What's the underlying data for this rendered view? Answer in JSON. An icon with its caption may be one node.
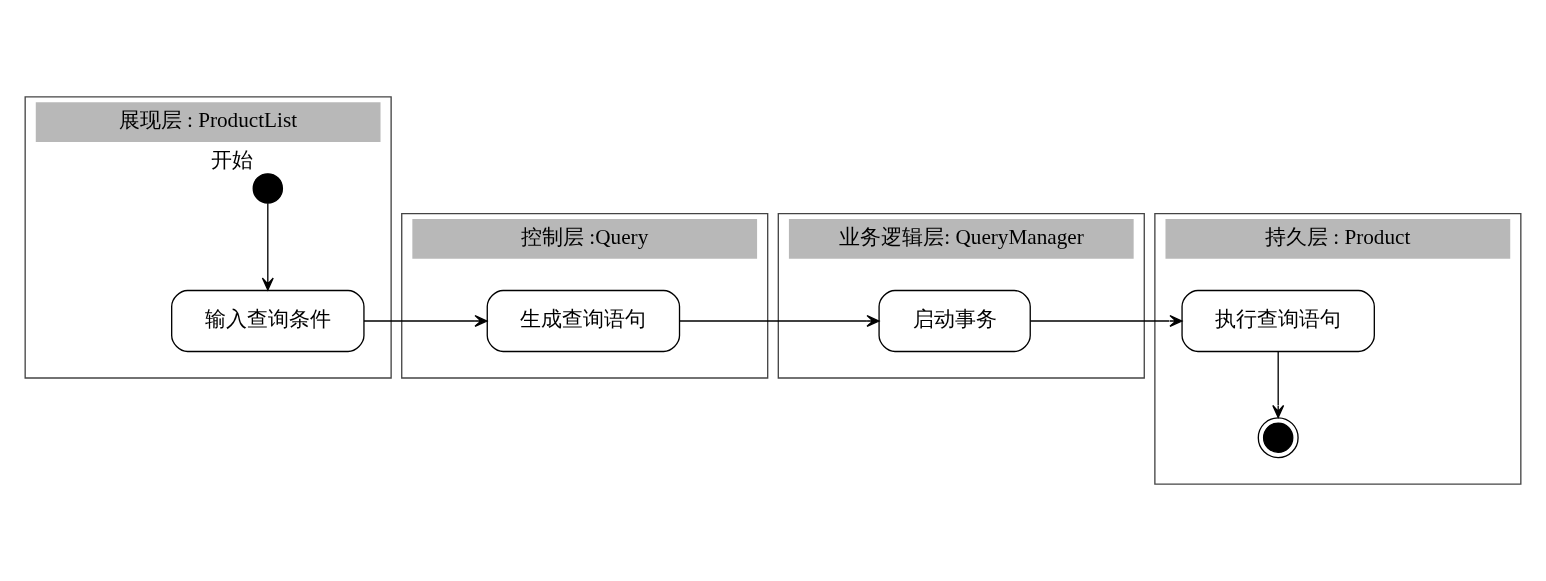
{
  "diagram": {
    "nodes": [
      {
        "text": [
          "展现层 : ProductList"
        ]
      },
      {
        "text": [],
        "shape": "circle",
        "in": 0,
        "beside": [
          "开始"
        ]
      },
      {
        "text": [
          "输入查询条件"
        ],
        "in": 0
      },
      {
        "text": [
          "控制层 :Query"
        ]
      },
      {
        "text": [
          "生成查询语句"
        ],
        "in": 3
      },
      {
        "text": [
          "业务逻辑层: QueryManager"
        ]
      },
      {
        "text": [
          "启动事务"
        ],
        "in": 5
      },
      {
        "text": [
          "持久层 : Product"
        ]
      },
      {
        "text": [
          "执行查询语句"
        ],
        "in": 7
      },
      {
        "text": [],
        "shape": "bullseye",
        "in": 7
      }
    ],
    "edges": [
      {
        "from": 1,
        "to": 2,
        "arrow": "to"
      },
      {
        "from": 2,
        "to": 4,
        "arrow": "to"
      },
      {
        "from": 4,
        "to": 6,
        "arrow": "to"
      },
      {
        "from": 6,
        "to": 8,
        "arrow": "to"
      },
      {
        "from": 8,
        "to": 9,
        "arrow": "to"
      }
    ]
  }
}
